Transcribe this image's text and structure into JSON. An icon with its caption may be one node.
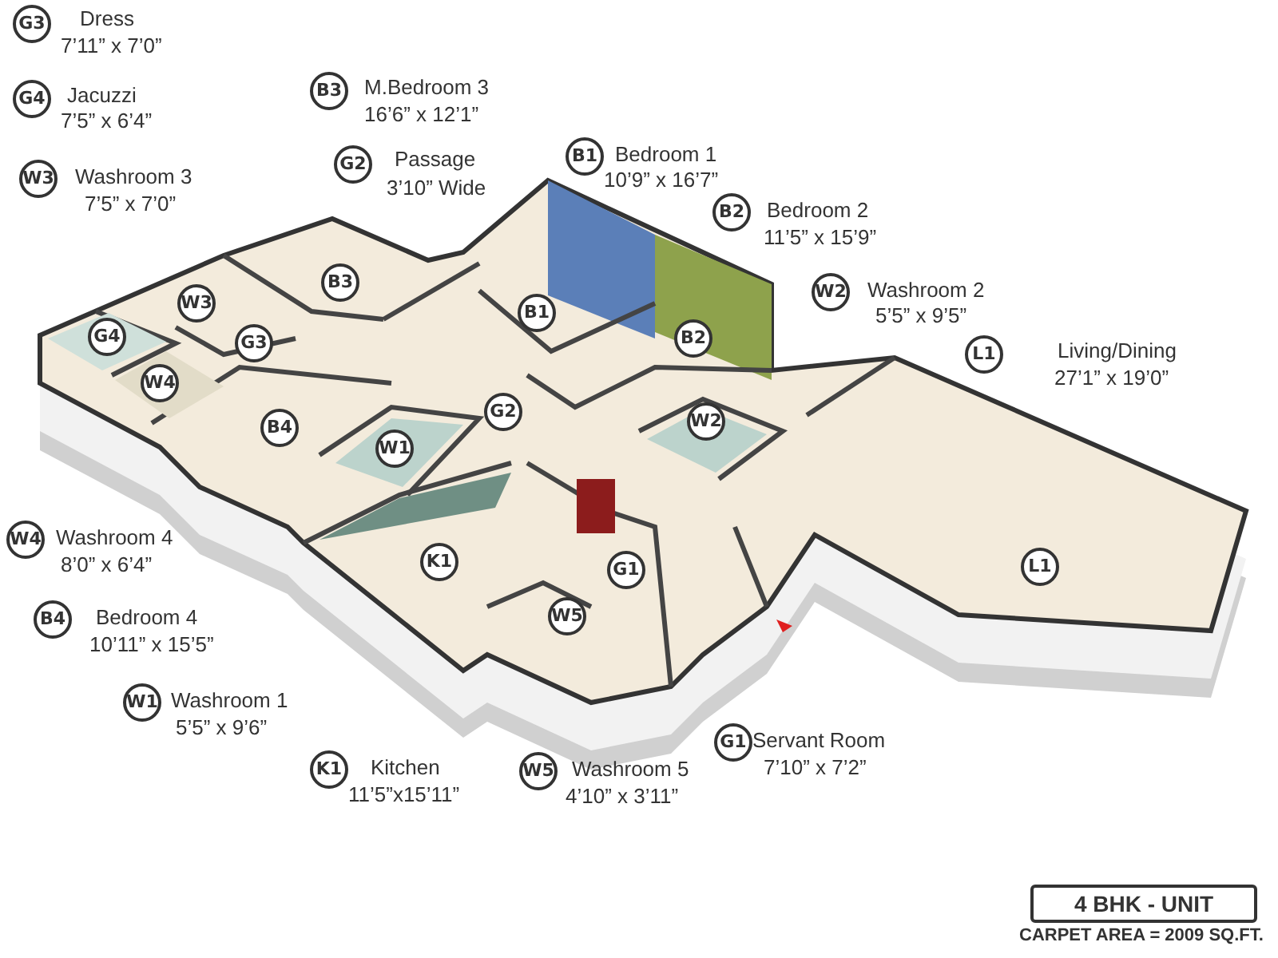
{
  "diagram": {
    "nodes": [
      {
        "text": [
          "G3"
        ],
        "beside": [
          "Dress",
          "7’11” x 7’0”"
        ]
      },
      {
        "text": [
          "G4"
        ],
        "beside": [
          "Jacuzzi",
          "7’5” x 6’4”"
        ]
      },
      {
        "text": [
          "B3"
        ],
        "beside": [
          "M.Bedroom 3",
          "16’6” x 12’1”"
        ]
      },
      {
        "text": [
          "G2"
        ],
        "beside": [
          "Passage",
          "3’10” Wide"
        ]
      },
      {
        "text": [
          "B1"
        ],
        "beside": [
          "Bedroom 1",
          "10’9” x 16’7”"
        ]
      },
      {
        "text": [
          "W3"
        ],
        "beside": [
          "Washroom 3",
          "7’5” x 7’0”"
        ]
      },
      {
        "text": [
          "B2"
        ],
        "beside": [
          "Bedroom 2",
          "11’5” x 15’9”"
        ]
      },
      {
        "text": [
          "W2"
        ],
        "beside": [
          "Washroom 2",
          "5’5” x 9’5”"
        ]
      },
      {
        "text": [
          "L1"
        ],
        "beside": [
          "Living/Dining",
          "27’1” x 19’0”"
        ]
      },
      {
        "text": [
          "W4"
        ],
        "beside": [
          "Washroom 4",
          "8’0” x 6’4”"
        ]
      },
      {
        "text": [
          "B4"
        ],
        "beside": [
          "Bedroom 4",
          "10’11” x 15’5”"
        ]
      },
      {
        "text": [
          "W1"
        ],
        "beside": [
          "Washroom 1",
          "5’5” x 9’6”"
        ]
      },
      {
        "text": [
          "G1"
        ],
        "beside": [
          "Servant Room",
          "7’10” x 7’2”"
        ]
      },
      {
        "text": [
          "K1"
        ],
        "beside": [
          "Kitchen",
          "11’5”x15’11”"
        ]
      },
      {
        "text": [
          "W5"
        ],
        "beside": [
          "Washroom 5",
          "4’10” x 3’11”"
        ]
      },
      {
        "text": [
          "B3"
        ]
      },
      {
        "text": [
          "W3"
        ]
      },
      {
        "text": [
          "G4"
        ]
      },
      {
        "text": [
          "G3"
        ]
      },
      {
        "text": [
          "W4"
        ]
      },
      {
        "text": [
          "B1"
        ]
      },
      {
        "text": [
          "B2"
        ]
      },
      {
        "text": [
          "G2"
        ]
      },
      {
        "text": [
          "B4"
        ]
      },
      {
        "text": [
          "W1"
        ]
      },
      {
        "text": [
          "W2"
        ]
      },
      {
        "text": [
          "K1"
        ]
      },
      {
        "text": [
          "L1"
        ]
      },
      {
        "text": [
          "G1"
        ]
      },
      {
        "text": [
          "W5"
        ]
      },
      {
        "text": [
          "4 BHK - UNIT"
        ],
        "beside": [
          "CARPET AREA = 2009 SQ.FT."
        ]
      }
    ]
  }
}
